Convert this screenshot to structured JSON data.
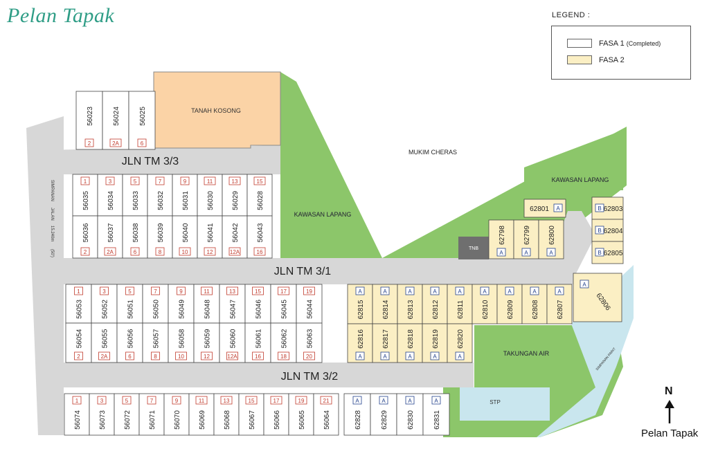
{
  "title": "Pelan Tapak",
  "legend": {
    "heading": "LEGEND :",
    "items": [
      {
        "label": "FASA 1",
        "suffix": "(Completed)",
        "color": "#ffffff"
      },
      {
        "label": "FASA 2",
        "suffix": "",
        "color": "#fbefc4"
      }
    ]
  },
  "areas": {
    "tanah_kosong": "TANAH KOSONG",
    "mukim_cheras": "MUKIM CHERAS",
    "kawasan_lapang_1": "KAWASAN LAPANG",
    "kawasan_lapang_2": "KAWASAN LAPANG",
    "tnb": "TNB",
    "takungan_air": "TAKUNGAN AIR",
    "stp": "STP",
    "simpanan_parit": "SIMPANAN PARIT"
  },
  "roads": {
    "jln_tm_3_3": "JLN TM 3/3",
    "jln_tm_3_1": "JLN TM 3/1",
    "jln_tm_3_2": "JLN TM 3/2",
    "simpanan_jalan": [
      "SIMPANAN",
      "JALAN",
      "15.240m",
      "(50')"
    ]
  },
  "blocks": {
    "top_left": {
      "lots": [
        "56023",
        "56024",
        "56025"
      ],
      "numbers": [
        "2",
        "2A",
        "6"
      ]
    },
    "row2_top": {
      "lots": [
        "56035",
        "56034",
        "56033",
        "56032",
        "56031",
        "56030",
        "56029",
        "56028"
      ],
      "numbers": [
        "1",
        "3",
        "5",
        "7",
        "9",
        "11",
        "13",
        "15"
      ]
    },
    "row2_bottom": {
      "lots": [
        "56036",
        "56037",
        "56038",
        "56039",
        "56040",
        "56041",
        "56042",
        "56043"
      ],
      "numbers": [
        "2",
        "2A",
        "6",
        "8",
        "10",
        "12",
        "12A",
        "16"
      ]
    },
    "row3_top": {
      "lots": [
        "56053",
        "56052",
        "56051",
        "56050",
        "56049",
        "56048",
        "56047",
        "56046",
        "56045",
        "56044"
      ],
      "numbers": [
        "1",
        "3",
        "5",
        "7",
        "9",
        "11",
        "13",
        "15",
        "17",
        "19"
      ]
    },
    "row3_bottom": {
      "lots": [
        "56054",
        "56055",
        "56056",
        "56057",
        "56058",
        "56059",
        "56060",
        "56061",
        "56062",
        "56063"
      ],
      "numbers": [
        "2",
        "2A",
        "6",
        "8",
        "10",
        "12",
        "12A",
        "16",
        "18",
        "20"
      ]
    },
    "fasa2_top": {
      "lots": [
        "62815",
        "62814",
        "62813",
        "62812",
        "62811",
        "62810",
        "62809",
        "62808",
        "62807"
      ],
      "numbers": [
        "A",
        "A",
        "A",
        "A",
        "A",
        "A",
        "A",
        "A",
        "A"
      ]
    },
    "fasa2_bottom": {
      "lots": [
        "62816",
        "62817",
        "62818",
        "62819",
        "62820"
      ],
      "numbers": [
        "A",
        "A",
        "A",
        "A",
        "A"
      ]
    },
    "row4": {
      "lots": [
        "56074",
        "56073",
        "56072",
        "56071",
        "56070",
        "56069",
        "56068",
        "56067",
        "56066",
        "56065",
        "56064"
      ],
      "numbers": [
        "1",
        "3",
        "5",
        "7",
        "9",
        "11",
        "13",
        "15",
        "17",
        "19",
        "21"
      ]
    },
    "row4_fasa2": {
      "lots": [
        "62828",
        "62829",
        "62830",
        "62831"
      ],
      "numbers": [
        "A",
        "A",
        "A",
        "A"
      ]
    },
    "east_vertical": {
      "lots": [
        "62798",
        "62799",
        "62800"
      ],
      "numbers": [
        "A",
        "A",
        "A"
      ]
    },
    "east_single": {
      "lots": [
        "62801"
      ],
      "numbers": [
        "A"
      ]
    },
    "east_horizontal": {
      "lots": [
        "62803",
        "62804",
        "62805"
      ],
      "numbers": [
        "B",
        "B",
        "B"
      ]
    },
    "east_corner": {
      "lots": [
        "62806"
      ],
      "numbers": [
        "A"
      ]
    }
  },
  "compass": {
    "label": "N"
  },
  "footer": "Pelan Tapak",
  "colors": {
    "road": "#d7d7d7",
    "park": "#8cc66a",
    "fasa2": "#fbefc4",
    "tanah_kosong": "#fbd3a6",
    "water": "#c9e6ee",
    "tnb": "#6f6f6f",
    "lot_border": "#444444",
    "number_fasa1": "#c0392b",
    "number_fasa2": "#23418c",
    "title": "#2f9d86"
  }
}
